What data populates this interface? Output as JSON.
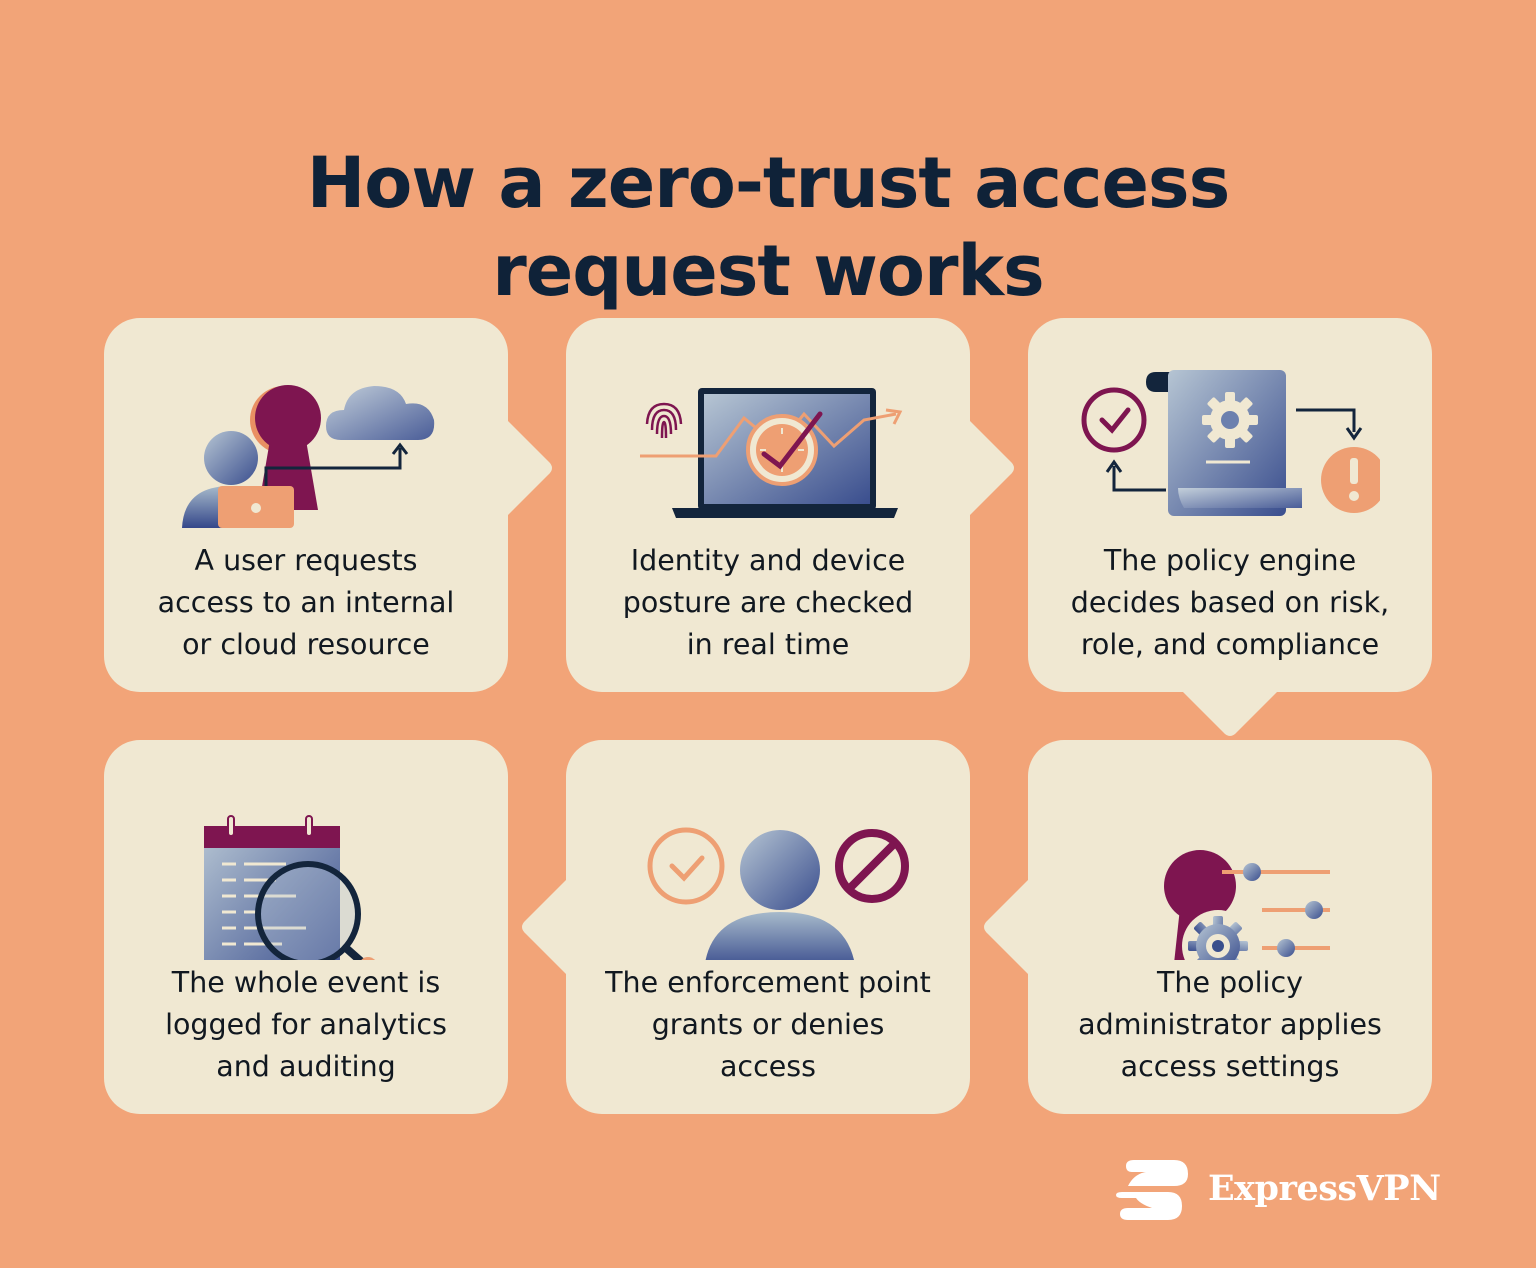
{
  "title": {
    "line1": "How a zero-trust access",
    "line2": "request works"
  },
  "steps": [
    {
      "lines": [
        "A user requests",
        "access to an internal",
        "or cloud resource"
      ],
      "icons": [
        "user-icon",
        "laptop-icon",
        "keyhole-icon",
        "cloud-icon",
        "arrow-up-icon"
      ]
    },
    {
      "lines": [
        "Identity and device",
        "posture are checked",
        "in real time"
      ],
      "icons": [
        "fingerprint-icon",
        "laptop-icon",
        "clock-icon",
        "checkmark-icon",
        "trend-arrow-icon"
      ]
    },
    {
      "lines": [
        "The policy engine",
        "decides based on risk,",
        "role, and compliance"
      ],
      "icons": [
        "check-circle-icon",
        "document-scroll-icon",
        "gear-icon",
        "warning-icon",
        "arrow-icon"
      ]
    },
    {
      "lines": [
        "The whole event is",
        "logged for analytics",
        "and auditing"
      ],
      "icons": [
        "log-calendar-icon",
        "magnifier-icon"
      ]
    },
    {
      "lines": [
        "The enforcement point",
        "grants or denies",
        "access"
      ],
      "icons": [
        "check-circle-icon",
        "user-icon",
        "deny-icon"
      ]
    },
    {
      "lines": [
        "The policy",
        "administrator applies",
        "access settings"
      ],
      "icons": [
        "keyhole-icon",
        "gear-icon",
        "slider-settings-icon"
      ]
    }
  ],
  "colors": {
    "background": "#F2A478",
    "card": "#F0E8D2",
    "title": "#0F2238",
    "navy": "#3A4F8C",
    "maroon": "#7E1550",
    "orange": "#EE9F73"
  },
  "brand": {
    "name": "ExpressVPN",
    "icon": "expressvpn-logo-icon"
  }
}
